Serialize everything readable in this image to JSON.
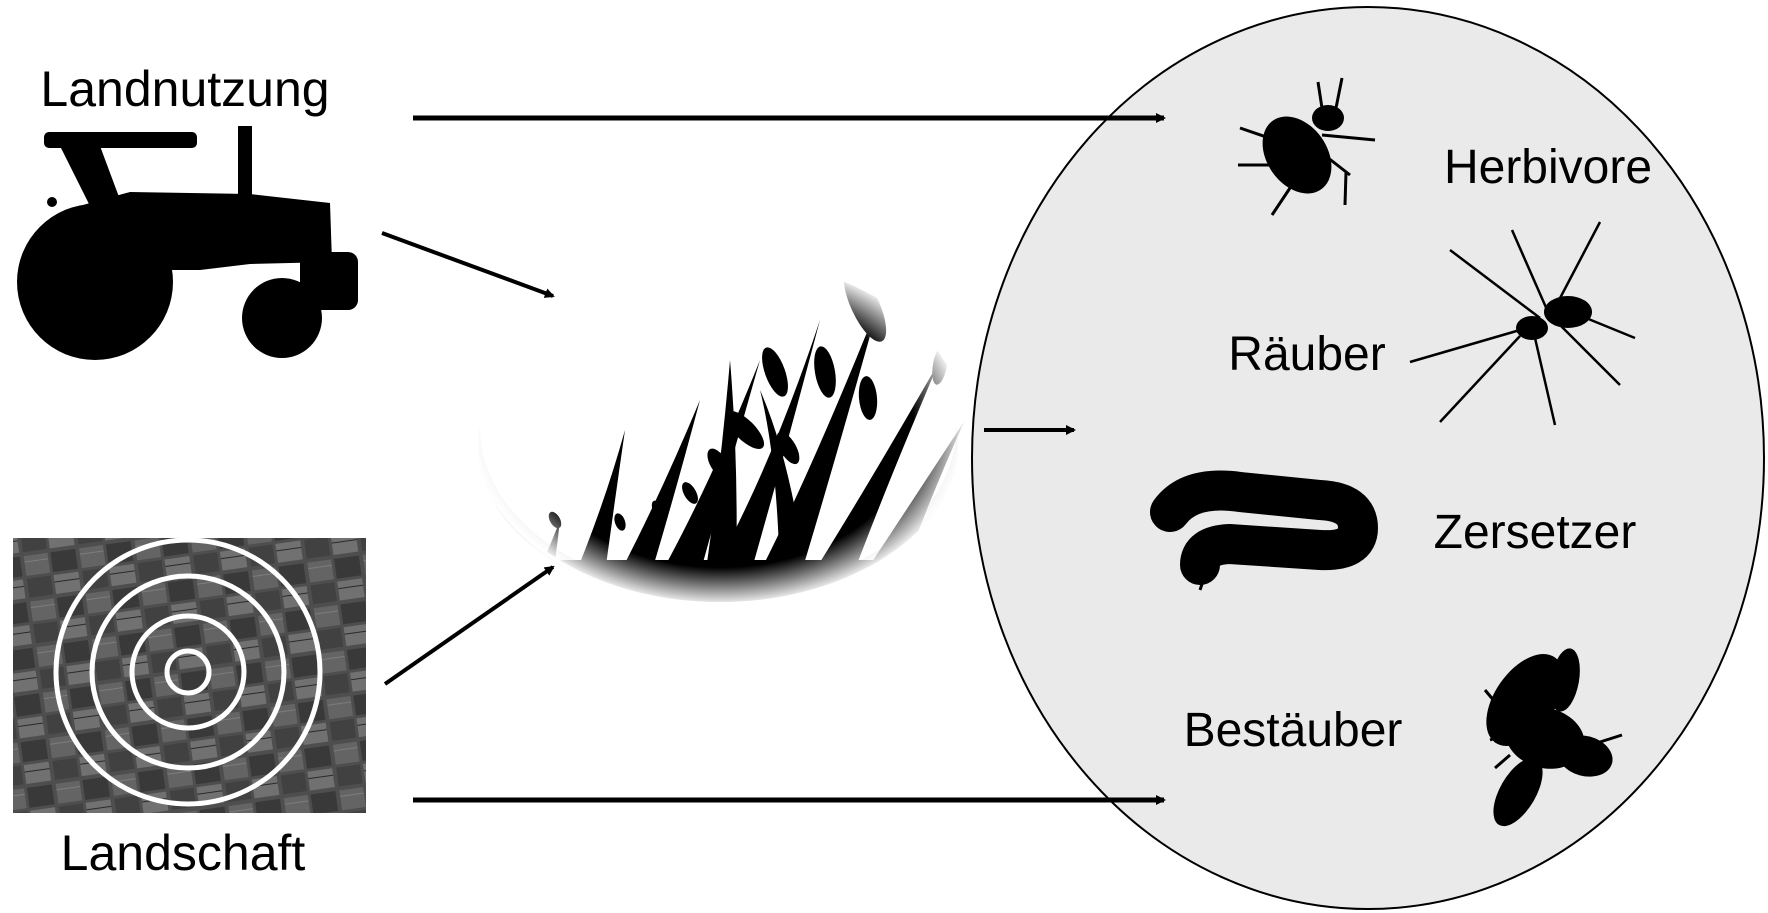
{
  "diagram": {
    "left": {
      "top_label": "Landnutzung",
      "bottom_label": "Landschaft",
      "top_icon": "tractor-icon",
      "bottom_icon": "aerial-landscape-rings-icon"
    },
    "center": {
      "icon": "grassland-icon"
    },
    "right": {
      "groups": [
        {
          "label": "Herbivore",
          "icon": "beetle-icon"
        },
        {
          "label": "Räuber",
          "icon": "spider-icon"
        },
        {
          "label": "Zersetzer",
          "icon": "millipede-icon"
        },
        {
          "label": "Bestäuber",
          "icon": "bee-icon"
        }
      ]
    },
    "colors": {
      "ellipse_fill": "#eaeaea",
      "ink": "#000000"
    }
  }
}
